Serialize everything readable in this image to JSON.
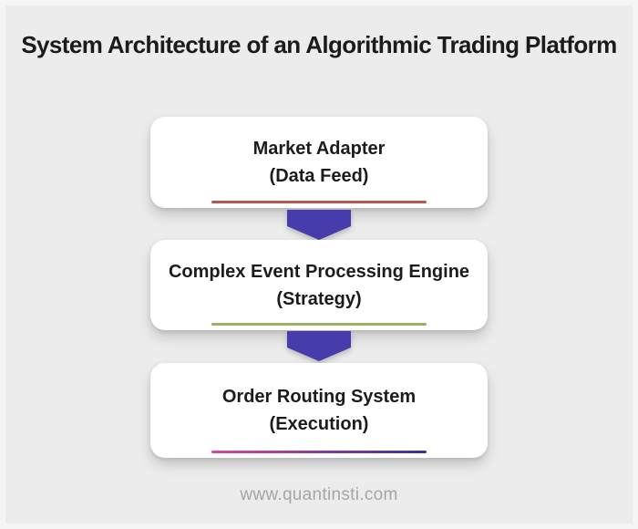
{
  "title": "System Architecture of an Algorithmic Trading Platform",
  "diagram": {
    "background_color": "#ececec",
    "connector_color": "#473cab",
    "nodes": [
      {
        "label": "Market Adapter",
        "sublabel": "(Data Feed)",
        "underline": {
          "start": "#bf534f",
          "end": "#bf534f"
        }
      },
      {
        "label": "Complex Event Processing Engine",
        "sublabel": "(Strategy)",
        "underline": {
          "start": "#97b35c",
          "end": "#97b35c"
        }
      },
      {
        "label": "Order Routing System",
        "sublabel": "(Execution)",
        "underline": {
          "start": "#d8489f",
          "end": "#3b3294"
        }
      }
    ]
  },
  "footer": {
    "website": "www.quantinsti.com"
  }
}
